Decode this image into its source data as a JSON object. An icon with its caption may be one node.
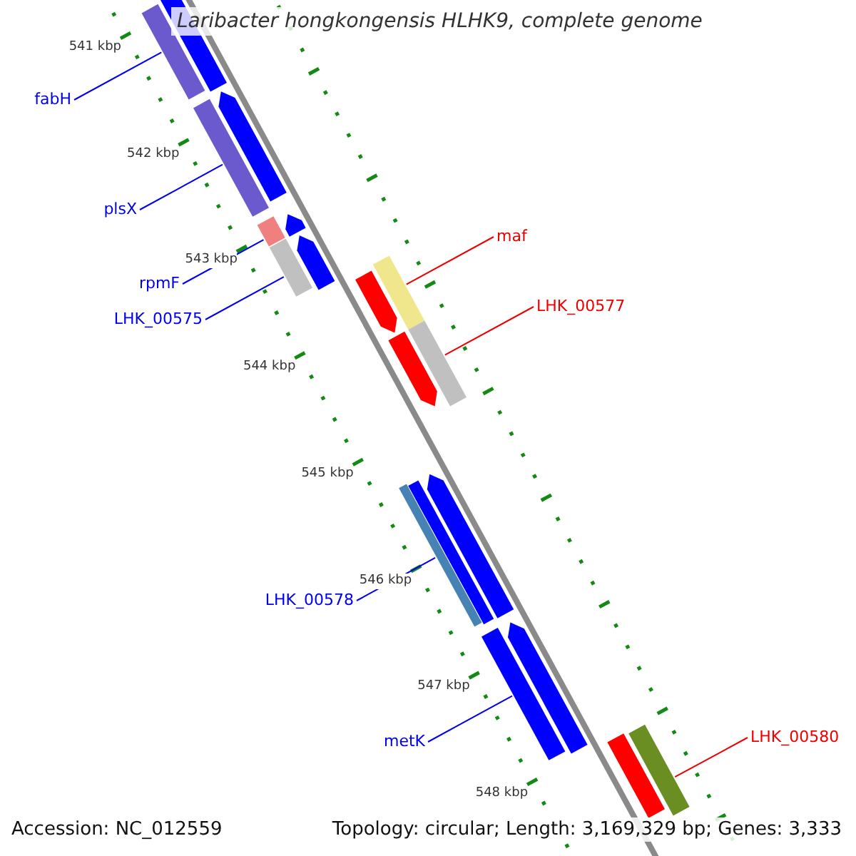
{
  "diagram": {
    "title": "Laribacter hongkongensis HLHK9, complete genome",
    "nodes": [
      {
        "text": [
          "fabH"
        ]
      },
      {
        "text": [],
        "shape": "bar"
      },
      {
        "text": [
          "plsX"
        ]
      },
      {
        "text": [],
        "shape": "bar"
      },
      {
        "text": [
          "maf"
        ]
      },
      {
        "text": [],
        "shape": "bar"
      },
      {
        "text": [
          "rpmF"
        ]
      },
      {
        "text": [],
        "shape": "bar"
      },
      {
        "text": [
          "LHK_00577"
        ]
      },
      {
        "text": [],
        "shape": "bar"
      },
      {
        "text": [
          "LHK_00575"
        ]
      },
      {
        "text": [],
        "shape": "bar"
      },
      {
        "text": [
          "LHK_00578"
        ]
      },
      {
        "text": [],
        "shape": "bar"
      },
      {
        "text": [
          "metK"
        ]
      },
      {
        "text": [],
        "shape": "bar"
      },
      {
        "text": [
          "LHK_00580"
        ]
      },
      {
        "text": [],
        "shape": "bar"
      },
      {
        "text": [],
        "shape": "bar"
      },
      {
        "text": [],
        "shape": "arrow"
      },
      {
        "text": [],
        "shape": "arrow"
      },
      {
        "text": [],
        "shape": "arrow"
      },
      {
        "text": [],
        "shape": "bar"
      },
      {
        "text": [],
        "shape": "arrow"
      },
      {
        "text": [],
        "shape": "arrow"
      },
      {
        "text": [],
        "shape": "arrow"
      },
      {
        "text": [],
        "shape": "arrow"
      },
      {
        "text": [],
        "shape": "bar"
      }
    ],
    "edges": [
      {
        "from": 0,
        "to": 1,
        "arrow": "none"
      },
      {
        "from": 2,
        "to": 3,
        "arrow": "none"
      },
      {
        "from": 4,
        "to": 5,
        "arrow": "none",
        "color": "#ee0000"
      },
      {
        "from": 6,
        "to": 7,
        "arrow": "none"
      },
      {
        "from": 8,
        "to": 9,
        "arrow": "none",
        "color": "#ee0000"
      },
      {
        "from": 10,
        "to": 11,
        "arrow": "none"
      },
      {
        "from": 12,
        "to": 13,
        "arrow": "none"
      },
      {
        "from": 14,
        "to": 15,
        "arrow": "none"
      },
      {
        "from": 16,
        "to": 17,
        "arrow": "none",
        "color": "#ee0000"
      }
    ],
    "labels": [
      "541 kbp",
      "542 kbp",
      "543 kbp",
      "544 kbp",
      "545 kbp",
      "546 kbp",
      "547 kbp",
      "548 kbp",
      "Accession: NC_012559",
      "Topology: circular; Length: 3,169,329 bp; Genes: 3,333"
    ]
  }
}
